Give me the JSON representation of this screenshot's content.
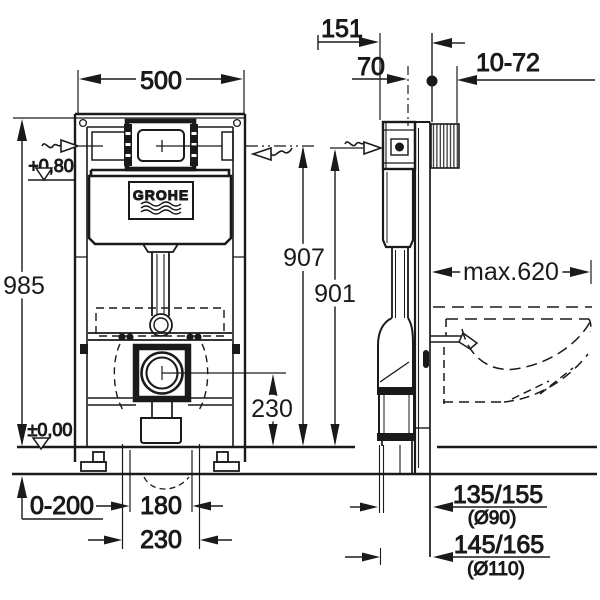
{
  "drawing": {
    "type": "installation-dimension-drawing",
    "colors": {
      "background": "#ffffff",
      "line": "#1a1a1a"
    },
    "brand": {
      "logo_text": "GROHE"
    }
  },
  "front_view": {
    "width_top": "500",
    "height_total": "985",
    "level_upper": "+0,80",
    "level_floor": "±0,00",
    "floor_adjust": "0-200",
    "bolt_spacing": "180",
    "fixing_spacing": "230",
    "outlet_height": "230"
  },
  "side_view": {
    "depth_top": "151",
    "supply_offset": "70",
    "wall_range": "10-72",
    "height_supply": "907",
    "height_frame": "901",
    "max_depth": "max.620",
    "outlet_low": "135/155",
    "outlet_low_dia": "(Ø90)",
    "outlet_high": "145/165",
    "outlet_high_dia": "(Ø110)"
  }
}
